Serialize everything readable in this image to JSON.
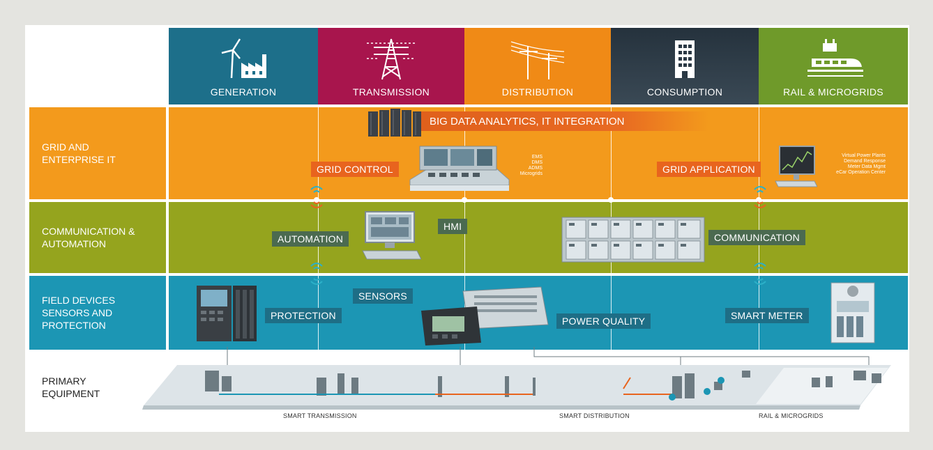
{
  "headers": [
    {
      "label": "GENERATION",
      "color": "#1d6f8a",
      "icon": "wind-turbine-factory-icon"
    },
    {
      "label": "TRANSMISSION",
      "color": "#a8154d",
      "icon": "transmission-tower-icon"
    },
    {
      "label": "DISTRIBUTION",
      "color": "#f08a16",
      "icon": "distribution-pole-icon"
    },
    {
      "label": "CONSUMPTION",
      "color": "#2a3844",
      "icon": "building-icon"
    },
    {
      "label": "RAIL & MICROGRIDS",
      "color": "#6f9a2a",
      "icon": "train-icon"
    }
  ],
  "rows": {
    "grid_it": {
      "label": "GRID AND ENTERPRISE IT",
      "color": "#f39a1c"
    },
    "comm": {
      "label": "COMMUNICATION & AUTOMATION",
      "color": "#95a41e"
    },
    "field": {
      "label": "FIELD DEVICES SENSORS AND PROTECTION",
      "color": "#1c96b4"
    },
    "primary": {
      "label": "PRIMARY EQUIPMENT"
    }
  },
  "grid_it": {
    "big_data": "BIG DATA ANALYTICS, IT INTEGRATION",
    "grid_control": "GRID CONTROL",
    "grid_control_items": [
      "EMS",
      "DMS",
      "ADMS",
      "Microgrids"
    ],
    "grid_application": "GRID APPLICATION",
    "grid_application_items": [
      "Virtual Power Plants",
      "Demand Response",
      "Meter Data Mgmt",
      "eCar Operation Center"
    ]
  },
  "comm": {
    "automation": "AUTOMATION",
    "hmi": "HMI",
    "communication": "COMMUNICATION"
  },
  "field": {
    "protection": "PROTECTION",
    "sensors": "SENSORS",
    "power_quality": "POWER QUALITY",
    "smart_meter": "SMART METER"
  },
  "bottom": {
    "smart_transmission": "SMART TRANSMISSION",
    "smart_distribution": "SMART DISTRIBUTION",
    "rail_microgrids": "RAIL & MICROGRIDS"
  }
}
